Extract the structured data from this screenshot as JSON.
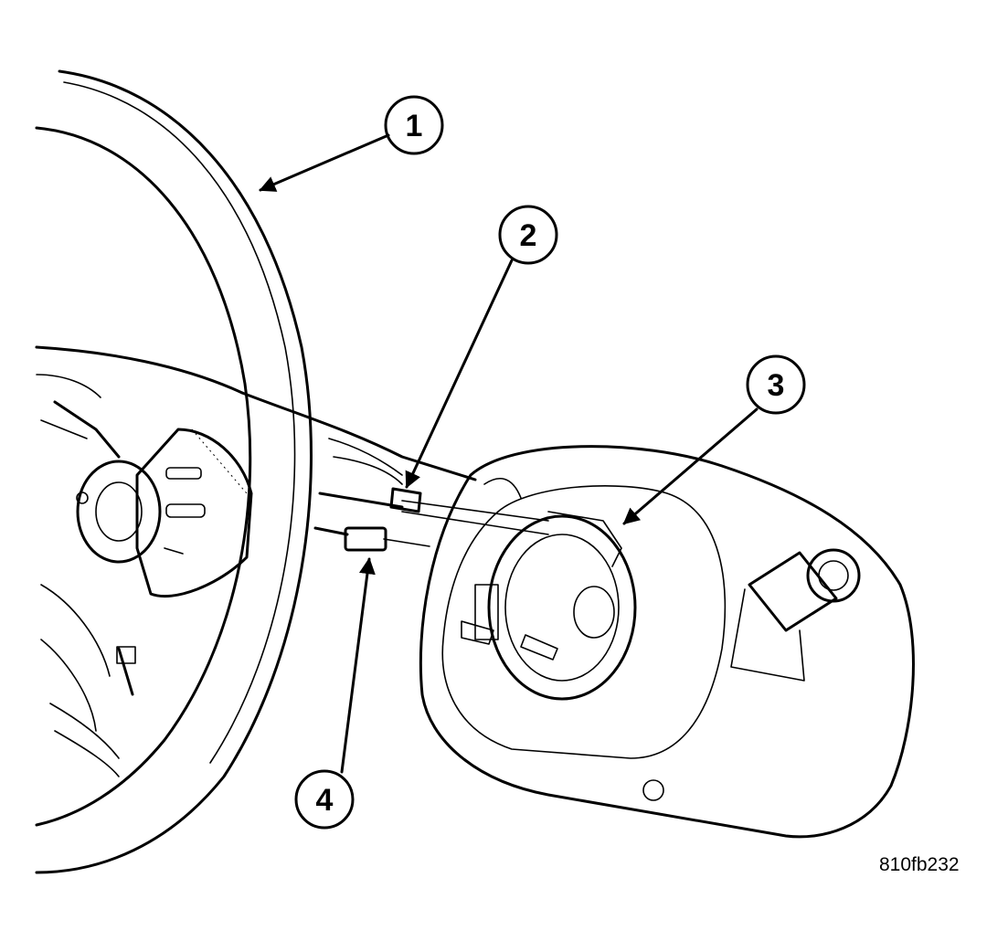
{
  "figure": {
    "id_label": "810fb232",
    "callouts": [
      {
        "number": "1",
        "target": "steering-wheel-rim"
      },
      {
        "number": "2",
        "target": "clockspring-connector"
      },
      {
        "number": "3",
        "target": "clockspring"
      },
      {
        "number": "4",
        "target": "wire-harness-connector"
      }
    ]
  },
  "colors": {
    "line": "#000000",
    "background": "#ffffff"
  }
}
